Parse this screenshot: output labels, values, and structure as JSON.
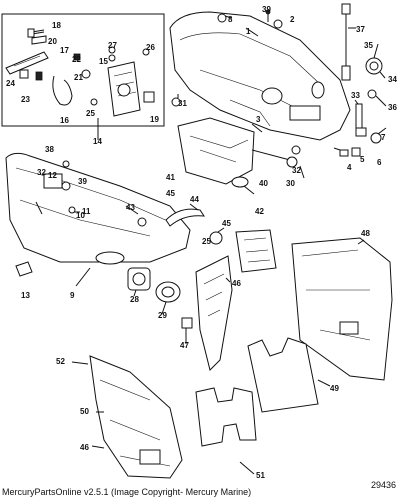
{
  "diagram": {
    "callouts": [
      "1",
      "2",
      "3",
      "4",
      "5",
      "6",
      "7",
      "8",
      "9",
      "10",
      "11",
      "12",
      "13",
      "14",
      "15",
      "16",
      "17",
      "18",
      "19",
      "20",
      "21",
      "22",
      "23",
      "24",
      "25",
      "25",
      "26",
      "27",
      "28",
      "29",
      "30",
      "31",
      "32",
      "32",
      "33",
      "34",
      "35",
      "36",
      "37",
      "38",
      "39",
      "39",
      "40",
      "41",
      "42",
      "43",
      "44",
      "45",
      "45",
      "46",
      "46",
      "47",
      "48",
      "49",
      "50",
      "51",
      "52"
    ],
    "drawing_number": "29436",
    "footer": "MercuryPartsOnline v2.5.1 (Image Copyright- Mercury Marine)"
  }
}
